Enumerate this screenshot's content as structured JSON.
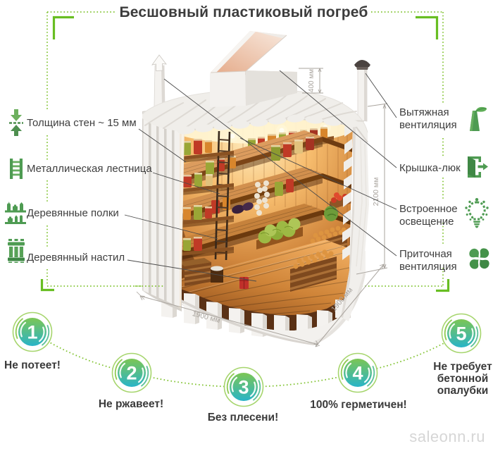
{
  "title": "Бесшовный пластиковый погреб",
  "watermark": "saleonn.ru",
  "accent_colors": {
    "bright_green": "#74c22d",
    "icon_green": "#4e9b52",
    "text_dark": "#3e3e3e",
    "dimension_gray": "#a9a49e",
    "circle_gradient_top": "#7cc654",
    "circle_gradient_bottom": "#29b4c8"
  },
  "left_features": [
    {
      "label": "Толщина стен ~ 15 мм",
      "icon": "wall-thickness"
    },
    {
      "label": "Металлическая лестница",
      "icon": "metal-ladder"
    },
    {
      "label": "Деревянные полки",
      "icon": "wooden-shelves"
    },
    {
      "label": "Деревянный настил",
      "icon": "wooden-decking"
    }
  ],
  "right_features": [
    {
      "label": "Вытяжная вентиляция",
      "icon": "exhaust-ventilation"
    },
    {
      "label": "Крышка-люк",
      "icon": "hatch-lid"
    },
    {
      "label": "Встроенное освещение",
      "icon": "built-in-lighting"
    },
    {
      "label": "Приточная вентиляция",
      "icon": "supply-ventilation"
    }
  ],
  "dimensions": {
    "hatch_height": "400 мм",
    "body_height": "2100 мм",
    "width": "1900 мм",
    "depth": "1900 мм"
  },
  "benefits": [
    {
      "number": "1",
      "label": "Не потеет!"
    },
    {
      "number": "2",
      "label": "Не ржавеет!"
    },
    {
      "number": "3",
      "label": "Без плесени!"
    },
    {
      "number": "4",
      "label": "100% герметичен!"
    },
    {
      "number": "5",
      "label": "Не требует бетонной опалубки"
    }
  ]
}
